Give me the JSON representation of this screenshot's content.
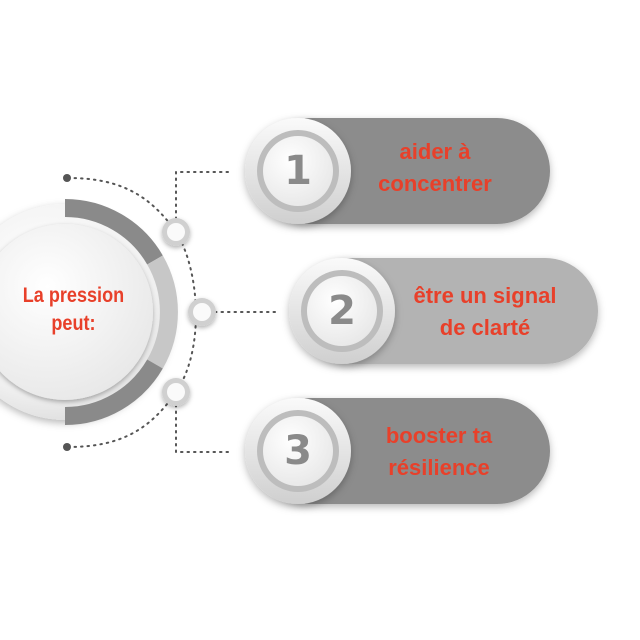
{
  "center": {
    "line1": "La pression",
    "line2": "peut:"
  },
  "steps": [
    {
      "number": "1",
      "line1": "aider à",
      "line2": "concentrer"
    },
    {
      "number": "2",
      "line1": "être un signal",
      "line2": "de clarté"
    },
    {
      "number": "3",
      "line1": "booster ta",
      "line2": "résilience"
    }
  ],
  "colors": {
    "accent_text": "#e8402a",
    "pill_dark": "#8c8c8c",
    "pill_light": "#b3b3b3",
    "number": "#8a8a8a"
  }
}
